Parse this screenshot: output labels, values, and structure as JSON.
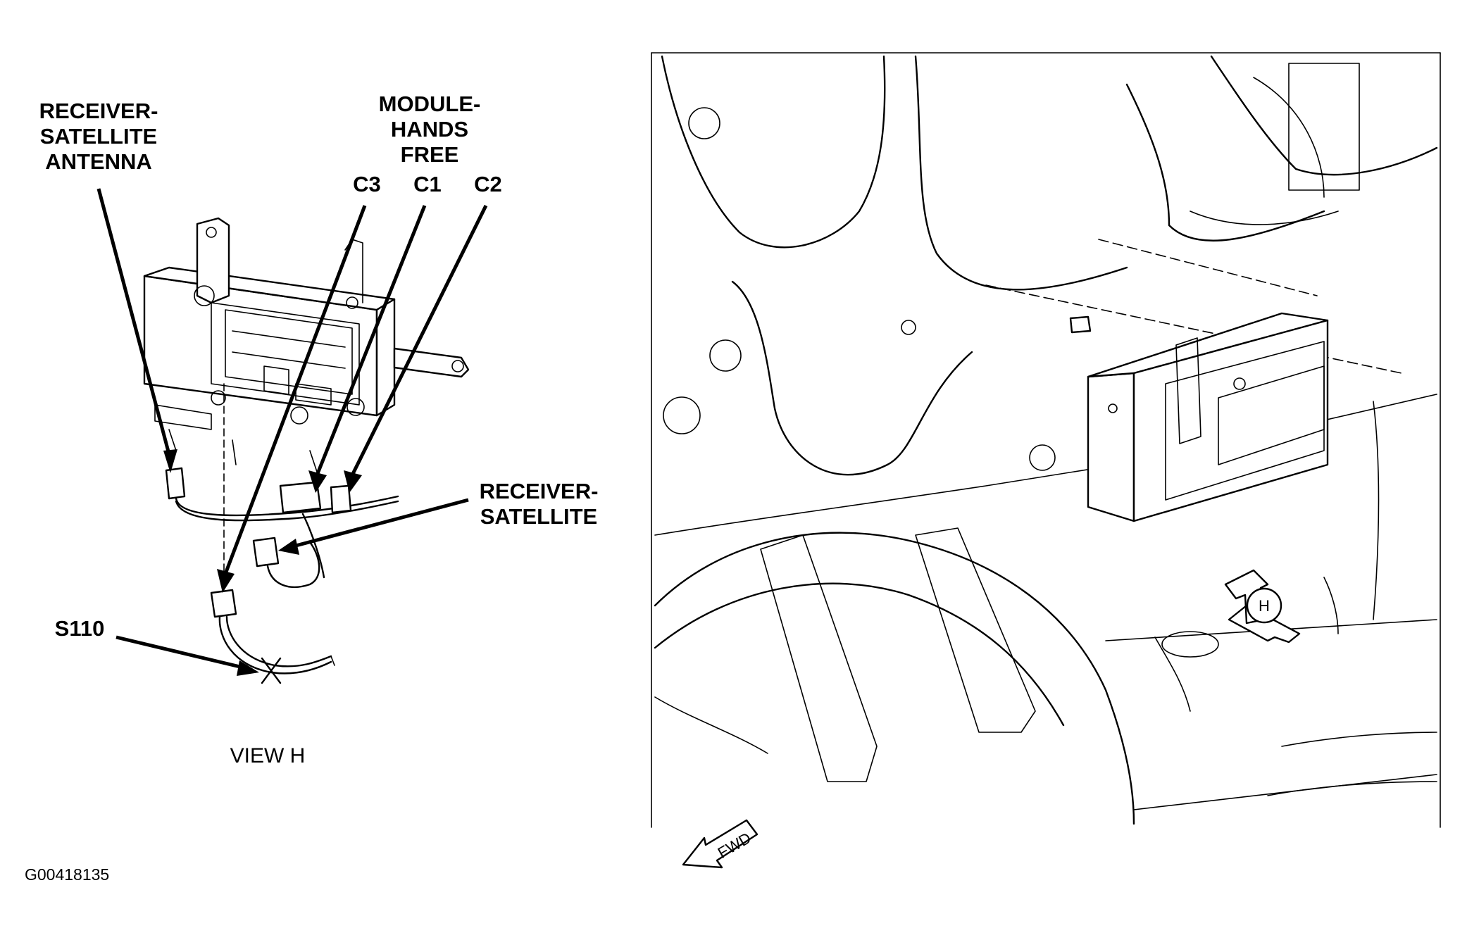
{
  "labels": {
    "receiver_satellite_antenna": [
      "RECEIVER-",
      "SATELLITE",
      "ANTENNA"
    ],
    "module_hands_free": [
      "MODULE-",
      "HANDS",
      "FREE"
    ],
    "c3": "C3",
    "c1": "C1",
    "c2": "C2",
    "receiver_satellite": [
      "RECEIVER-",
      "SATELLITE"
    ],
    "s110": "S110",
    "view": "VIEW H",
    "figure_id": "G00418135",
    "fwd": "FWD",
    "view_callout": "H"
  }
}
